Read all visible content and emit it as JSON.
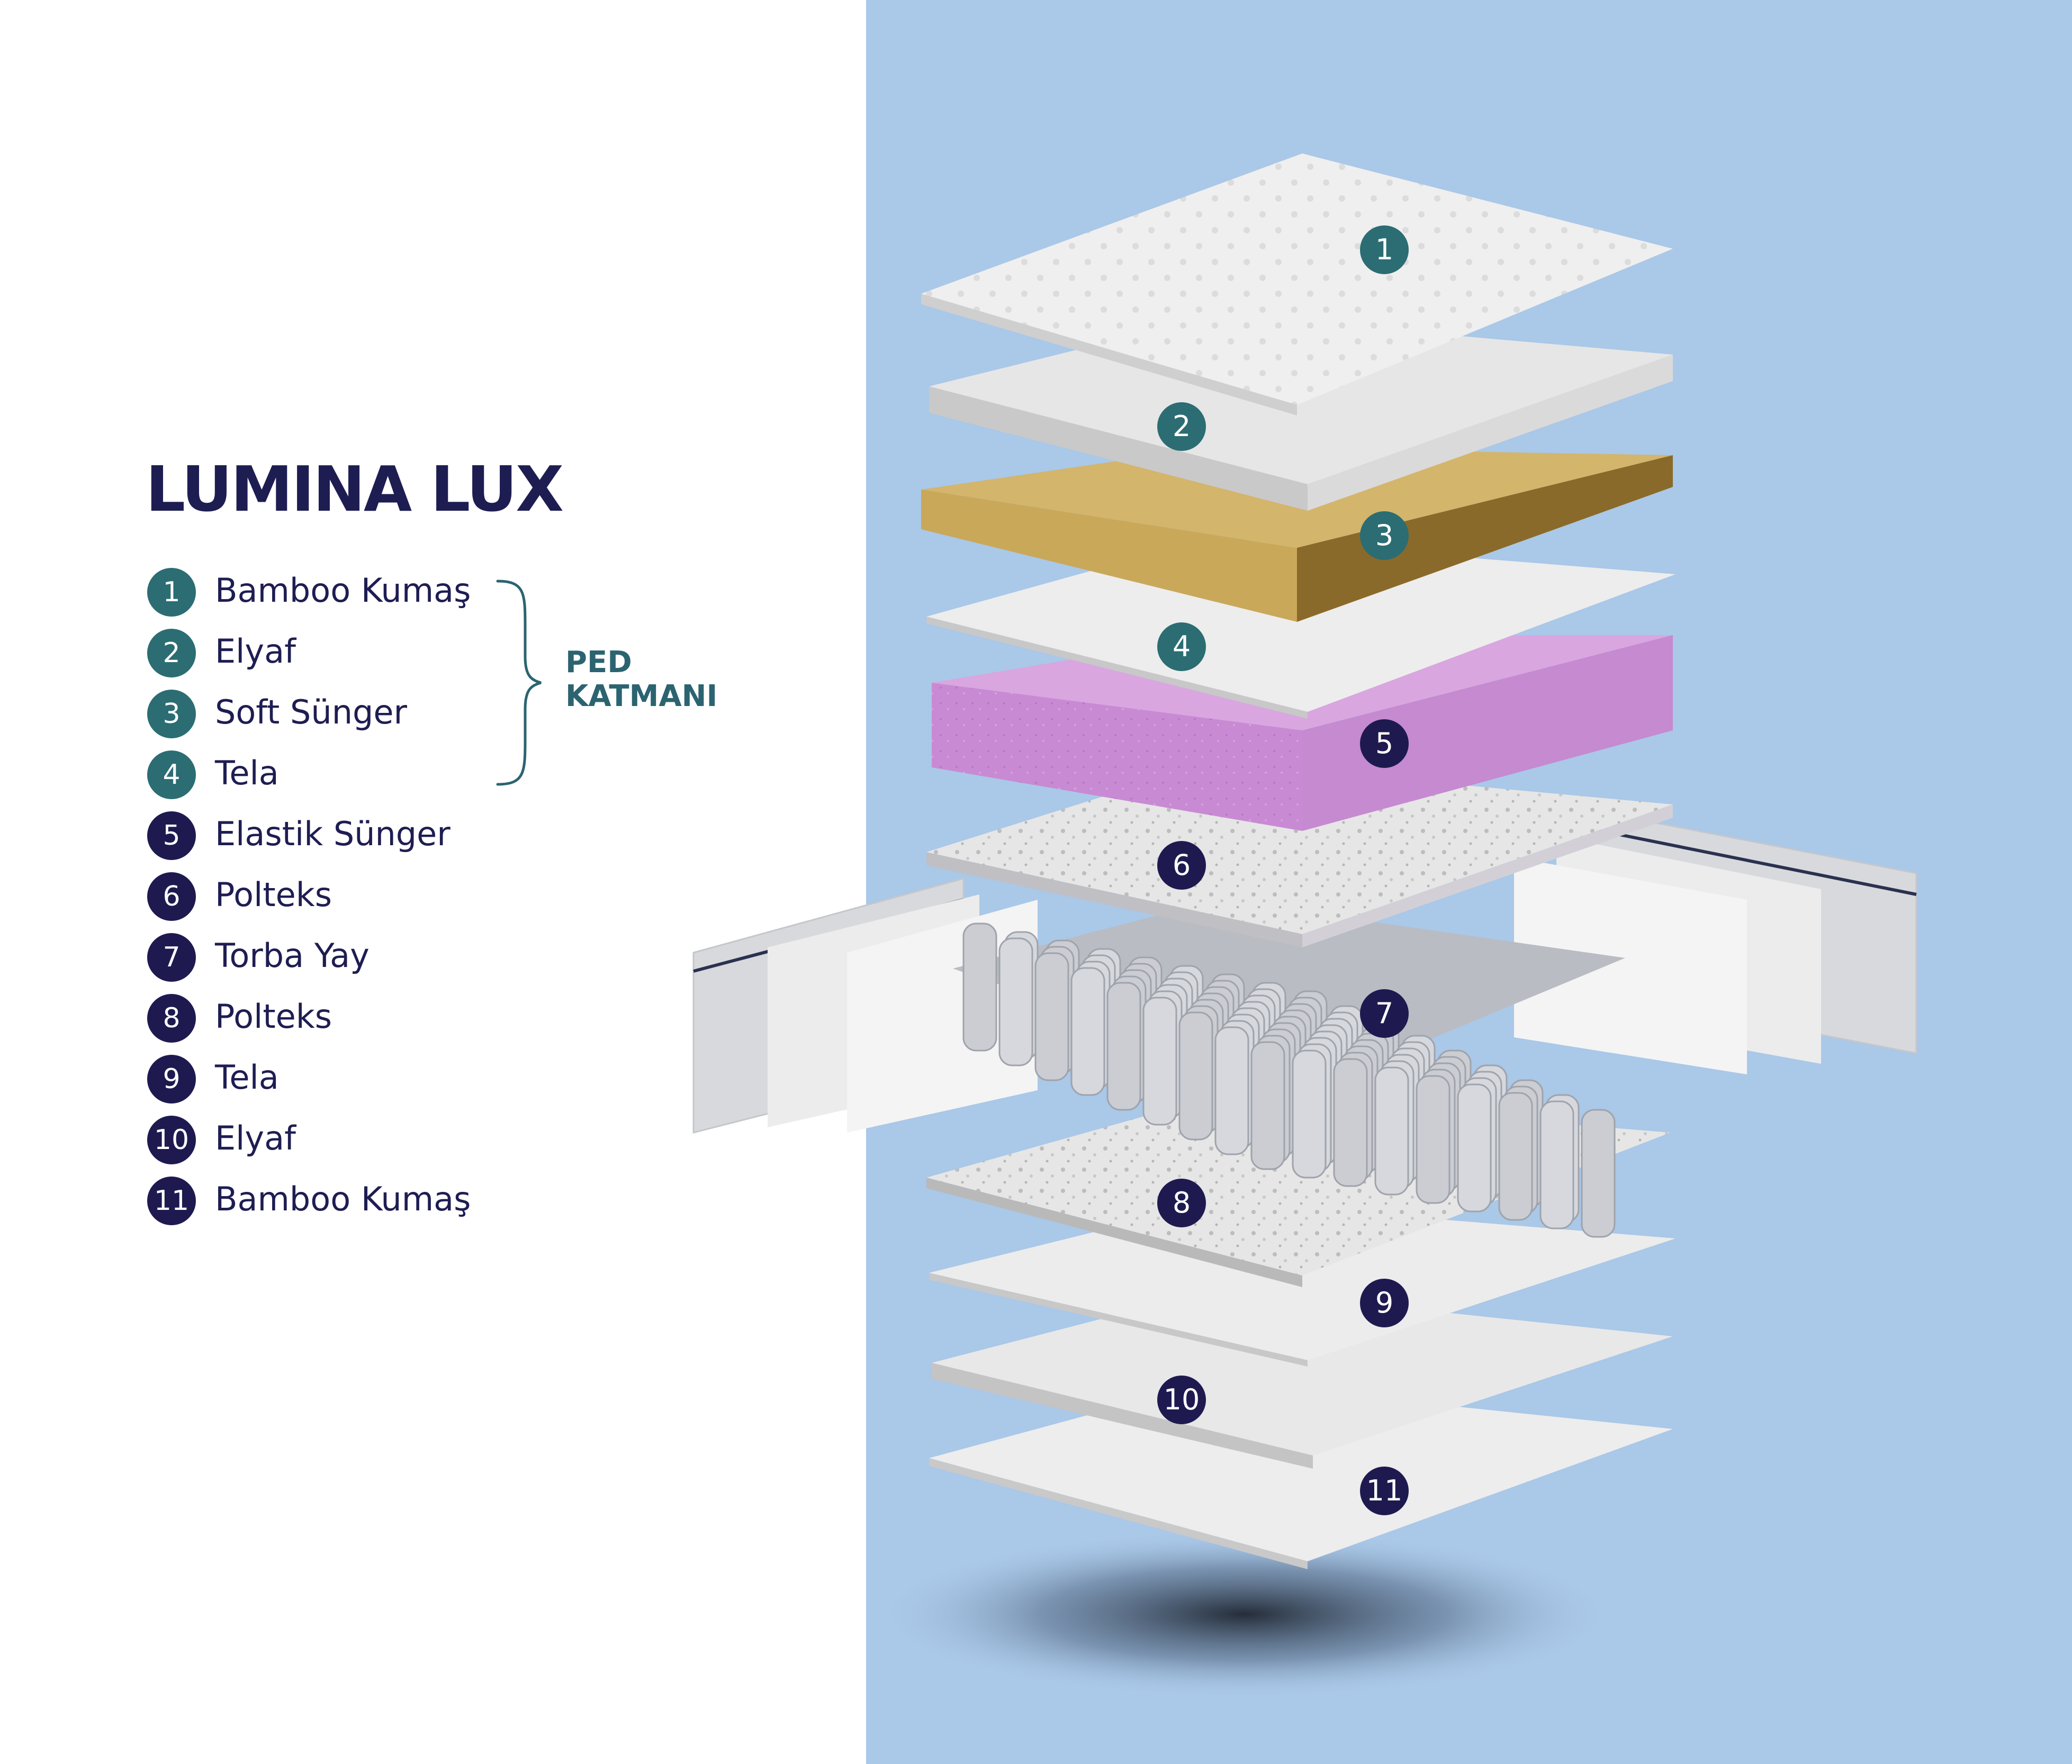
{
  "title": "LUMINA LUX",
  "legend": [
    {
      "num": "1",
      "label": "Bamboo Kumaş"
    },
    {
      "num": "2",
      "label": "Elyaf"
    },
    {
      "num": "3",
      "label": "Soft Sünger"
    },
    {
      "num": "4",
      "label": "Tela"
    },
    {
      "num": "5",
      "label": "Elastik Sünger"
    },
    {
      "num": "6",
      "label": "Polteks"
    },
    {
      "num": "7",
      "label": "Torba Yay"
    },
    {
      "num": "8",
      "label": "Polteks"
    },
    {
      "num": "9",
      "label": "Tela"
    },
    {
      "num": "10",
      "label": "Elyaf"
    },
    {
      "num": "11",
      "label": "Bamboo Kumaş"
    }
  ],
  "group": {
    "line1": "PED",
    "line2": "KATMANI",
    "range": "1-4"
  },
  "colors": {
    "ped_badge": "#2b6d73",
    "core_badge": "#1e1a50",
    "title": "#1e1d52",
    "background": "#aac8e8",
    "soft_foam": "#c9a85a",
    "elastic_foam": "#c98ad4"
  }
}
